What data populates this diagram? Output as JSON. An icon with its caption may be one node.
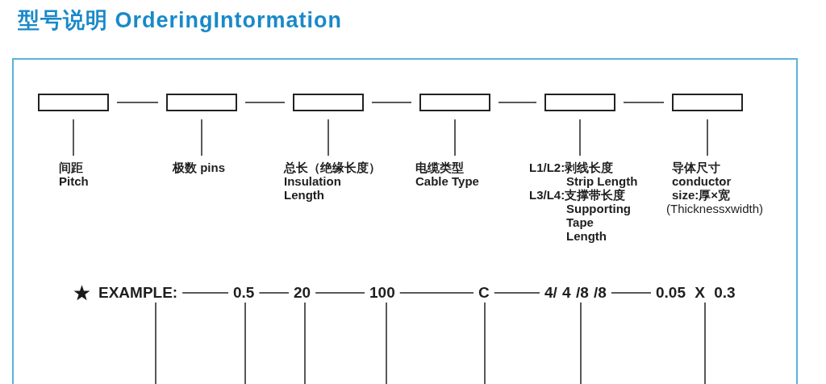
{
  "diagram": {
    "title": "型号说明 OrderingIntormation",
    "nodes": [
      {
        "text": [],
        "shape": "box"
      },
      {
        "text": [],
        "shape": "box"
      },
      {
        "text": [],
        "shape": "box"
      },
      {
        "text": [],
        "shape": "box"
      },
      {
        "text": [],
        "shape": "box"
      },
      {
        "text": [],
        "shape": "box"
      },
      {
        "text": [
          "间距",
          "Pitch"
        ]
      },
      {
        "text": [
          "极数 pins"
        ]
      },
      {
        "text": [
          "总长（绝缘长度）",
          "Insulation Length"
        ]
      },
      {
        "text": [
          "电缆类型",
          "Cable Type"
        ]
      },
      {
        "text": [
          "L1/L2:剥线长度 Strip Length",
          "L3/L4:支撑带长度 Supporting Tape Length"
        ]
      },
      {
        "text": [
          "导体尺寸",
          "conductor size:厚×宽",
          "(Thicknessxwidth)"
        ]
      },
      {
        "text": [
          "EXAMPLE:"
        ]
      },
      {
        "text": [
          "0.5"
        ]
      },
      {
        "text": [
          "20"
        ]
      },
      {
        "text": [
          "100"
        ]
      },
      {
        "text": [
          "C"
        ]
      },
      {
        "text": [
          "4/ 4 /8 /8"
        ]
      },
      {
        "text": [
          "0.05 X 0.3"
        ]
      }
    ],
    "edges": [
      {
        "from": 0,
        "to": 1,
        "arrow": "none"
      },
      {
        "from": 1,
        "to": 2,
        "arrow": "none"
      },
      {
        "from": 2,
        "to": 3,
        "arrow": "none"
      },
      {
        "from": 3,
        "to": 4,
        "arrow": "none"
      },
      {
        "from": 4,
        "to": 5,
        "arrow": "none"
      },
      {
        "from": 6,
        "to": 0,
        "arrow": "none"
      },
      {
        "from": 7,
        "to": 1,
        "arrow": "none"
      },
      {
        "from": 8,
        "to": 2,
        "arrow": "none"
      },
      {
        "from": 9,
        "to": 3,
        "arrow": "none"
      },
      {
        "from": 10,
        "to": 4,
        "arrow": "none"
      },
      {
        "from": 11,
        "to": 5,
        "arrow": "none"
      },
      {
        "from": 12,
        "to": 13,
        "arrow": "none"
      },
      {
        "from": 13,
        "to": 14,
        "arrow": "none"
      },
      {
        "from": 14,
        "to": 15,
        "arrow": "none"
      },
      {
        "from": 15,
        "to": 16,
        "arrow": "none"
      },
      {
        "from": 16,
        "to": 17,
        "arrow": "none"
      },
      {
        "from": 17,
        "to": 18,
        "arrow": "none"
      },
      {
        "from": 12,
        "to": null,
        "arrow": "none"
      },
      {
        "from": 13,
        "to": null,
        "arrow": "none"
      },
      {
        "from": 14,
        "to": null,
        "arrow": "none"
      },
      {
        "from": 15,
        "to": null,
        "arrow": "none"
      },
      {
        "from": 16,
        "to": null,
        "arrow": "none"
      },
      {
        "from": 17,
        "to": null,
        "arrow": "none"
      },
      {
        "from": 18,
        "to": null,
        "arrow": "none"
      }
    ]
  }
}
